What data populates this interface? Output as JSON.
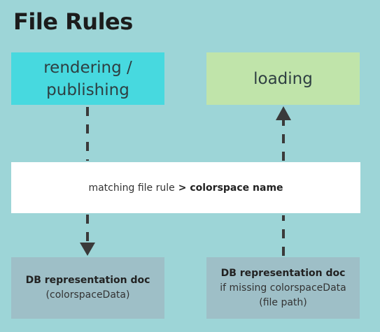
{
  "title": "File Rules",
  "boxes": {
    "rendering": {
      "line1": "rendering /",
      "line2": "publishing"
    },
    "loading": {
      "label": "loading"
    },
    "rule": {
      "prefix": "matching file rule",
      "bold": "> colorspace name"
    },
    "db_left": {
      "title": "DB representation doc",
      "line1": "(colorspaceData)"
    },
    "db_right": {
      "title": "DB representation doc",
      "line1": "if missing colorspaceData",
      "line2": "(file path)"
    }
  },
  "colors": {
    "background": "#9dd5d7",
    "rendering": "#47d9df",
    "loading": "#c0e4aa",
    "rule": "#ffffff",
    "db": "#9ebfc7",
    "arrow": "#3a3a3a"
  }
}
